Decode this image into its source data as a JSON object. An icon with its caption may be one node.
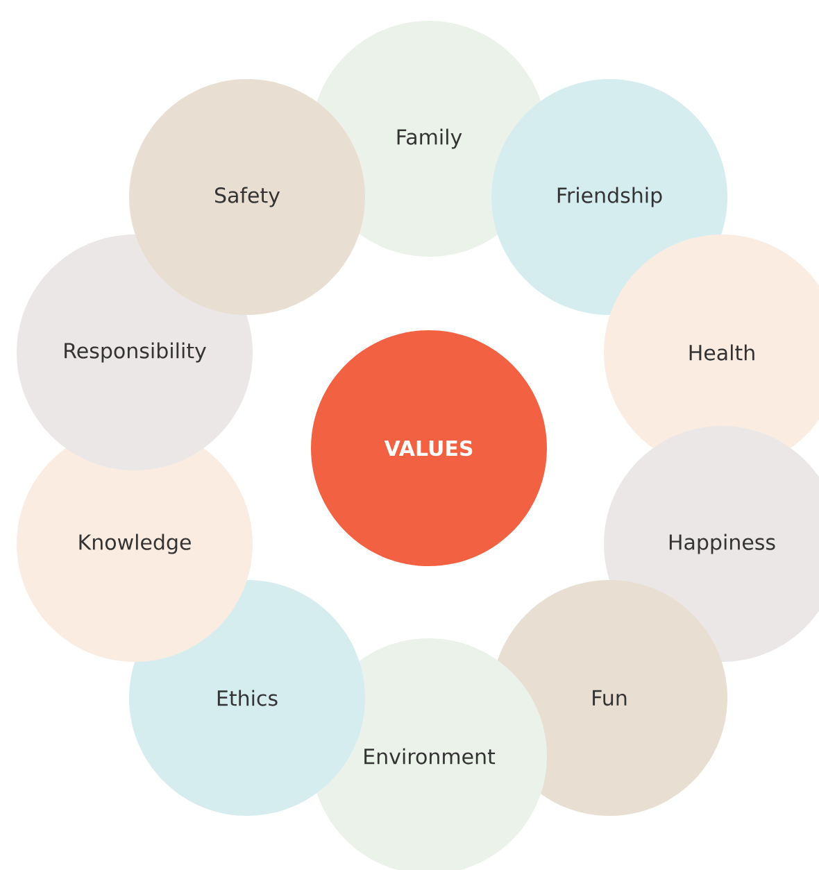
{
  "diagram": {
    "nodes": [
      {
        "text": [
          "VALUES"
        ]
      },
      {
        "text": [
          "Family"
        ]
      },
      {
        "text": [
          "Friendship"
        ]
      },
      {
        "text": [
          "Health"
        ]
      },
      {
        "text": [
          "Happiness"
        ]
      },
      {
        "text": [
          "Fun"
        ]
      },
      {
        "text": [
          "Environment"
        ]
      },
      {
        "text": [
          "Ethics"
        ]
      },
      {
        "text": [
          "Knowledge"
        ]
      },
      {
        "text": [
          "Responsibility"
        ]
      },
      {
        "text": [
          "Safety"
        ]
      }
    ]
  }
}
